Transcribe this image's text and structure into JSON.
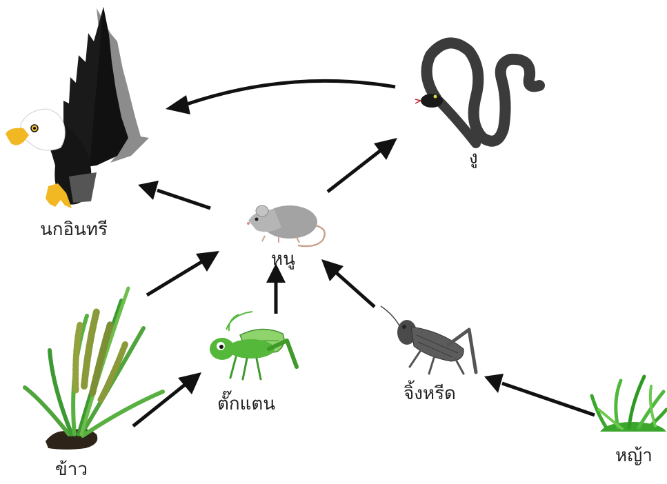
{
  "colors": {
    "arrow": "#111111",
    "grass": "#3aa62c",
    "grasshopper": "#55b83b",
    "snake": "#3b3b3b",
    "eagle_beak": "#f2b823",
    "mouse": "#a3a3a3"
  },
  "organisms": {
    "eagle": {
      "label": "นกอินทรี",
      "icon": "eagle-icon"
    },
    "snake": {
      "label": "งู",
      "icon": "snake-icon"
    },
    "mouse": {
      "label": "หนู",
      "icon": "mouse-icon"
    },
    "rice": {
      "label": "ข้าว",
      "icon": "rice-plant-icon"
    },
    "grasshopper": {
      "label": "ตั๊กแตน",
      "icon": "grasshopper-icon"
    },
    "cricket": {
      "label": "จิ้งหรีด",
      "icon": "cricket-icon"
    },
    "grass": {
      "label": "หญ้า",
      "icon": "grass-icon"
    }
  }
}
